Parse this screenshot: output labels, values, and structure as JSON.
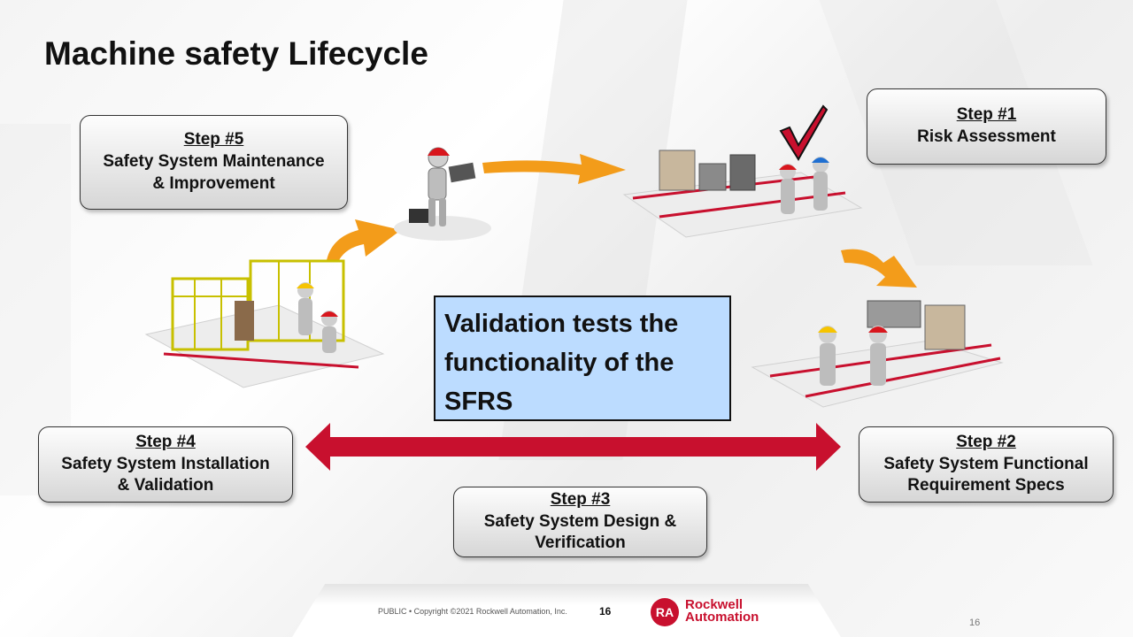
{
  "slide": {
    "title": "Machine safety Lifecycle",
    "callout": {
      "line1": "Validation tests the",
      "line2": "functionality of the",
      "line3": "SFRS"
    }
  },
  "steps": [
    {
      "number": "Step #1",
      "line1": "Risk Assessment",
      "line2": ""
    },
    {
      "number": "Step #2",
      "line1": "Safety System Functional",
      "line2": "Requirement Specs"
    },
    {
      "number": "Step #3",
      "line1": "Safety System Design &",
      "line2": "Verification"
    },
    {
      "number": "Step #4",
      "line1": "Safety System Installation",
      "line2": "& Validation"
    },
    {
      "number": "Step #5",
      "line1": "Safety System Maintenance",
      "line2": "& Improvement"
    }
  ],
  "footer": {
    "classification": "PUBLIC • Copyright ©2021 Rockwell Automation, Inc.",
    "page": "16",
    "logo_mark": "RA",
    "logo_line1": "Rockwell",
    "logo_line2": "Automation",
    "slide_number": "16"
  },
  "colors": {
    "arrow_orange": "#f39c1a",
    "arrow_red": "#c8102e",
    "callout_bg": "#bcdcff",
    "hardhat_red": "#d8161d",
    "hardhat_yellow": "#f6c400",
    "hardhat_blue": "#1f6fd1"
  },
  "icons": [
    "checkmark-icon",
    "worker-figure-icon",
    "machine-cell-icon"
  ]
}
